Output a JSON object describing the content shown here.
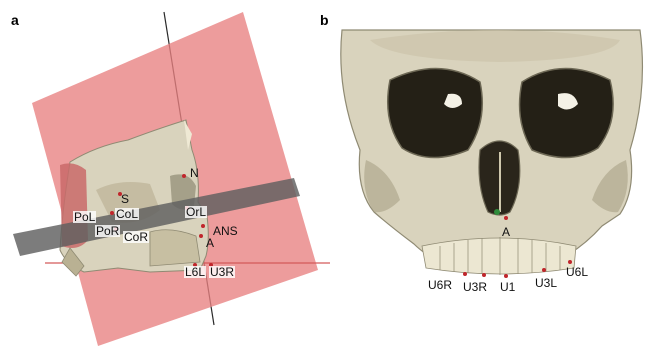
{
  "panels": [
    {
      "letter": "a",
      "landmarks": {
        "S": "S",
        "N": "N",
        "PoL": "PoL",
        "CoL": "CoL",
        "OrL": "OrL",
        "PoR": "PoR",
        "CoR": "CoR",
        "ANS": "ANS",
        "A": "A",
        "L6L": "L6L",
        "U3R": "U3R"
      }
    },
    {
      "letter": "b",
      "landmarks": {
        "A": "A",
        "U6R": "U6R",
        "U3R": "U3R",
        "U1": "U1",
        "U3L": "U3L",
        "U6L": "U6L"
      }
    }
  ],
  "colors": {
    "plane_sagittal": "#e88080",
    "plane_axial": "#6e6e6e",
    "bone": "#d9d3bd",
    "bone_shadow": "#8f8a73",
    "landmark_dot": "#c0262c"
  }
}
